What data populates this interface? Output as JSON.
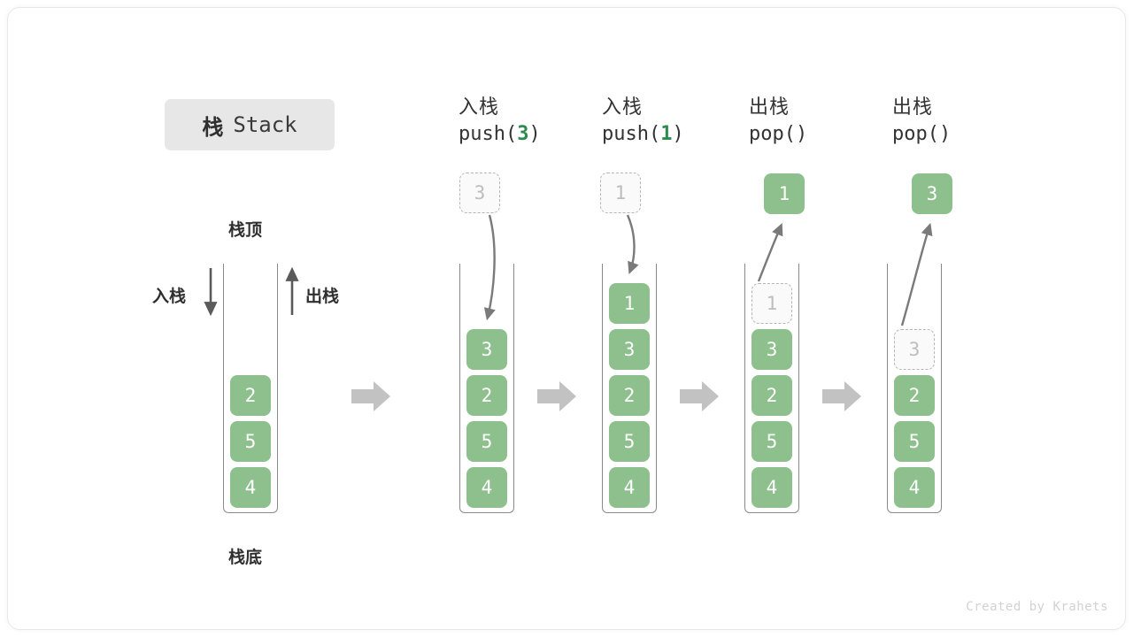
{
  "title": {
    "cn": "栈",
    "en": "Stack"
  },
  "legend": {
    "top_label": "栈顶",
    "bottom_label": "栈底",
    "push_label": "入栈",
    "pop_label": "出栈",
    "push_arrow_icon": "arrow-down-icon",
    "pop_arrow_icon": "arrow-up-icon"
  },
  "watermark": "Created by Krahets",
  "colors": {
    "cell_fill": "#8dc08d",
    "cell_text": "#ffffff",
    "ghost_fill": "#fafafa",
    "ghost_text": "#bdbdbd",
    "ghost_border": "#b5b5b5",
    "container_border": "#8a8a8a",
    "block_arrow": "#c2c2c2",
    "curve_arrow": "#7a7a7a",
    "accent_green": "#2e8b4f",
    "badge_bg": "#e7e7e7",
    "text_dark": "#2f2f2f",
    "watermark_text": "#d2d2d2"
  },
  "columns": [
    {
      "id": "initial",
      "head_cn": "",
      "head_code": "",
      "code_arg": "",
      "float_cell": null,
      "cells": [
        "2",
        "5",
        "4"
      ],
      "ghost_index": -1
    },
    {
      "id": "push-3",
      "head_cn": "入栈",
      "head_code": "push(",
      "code_arg": "3",
      "code_close": ")",
      "float_cell": {
        "value": "3",
        "style": "ghost"
      },
      "cells": [
        "3",
        "2",
        "5",
        "4"
      ],
      "ghost_index": -1
    },
    {
      "id": "push-1",
      "head_cn": "入栈",
      "head_code": "push(",
      "code_arg": "1",
      "code_close": ")",
      "float_cell": {
        "value": "1",
        "style": "ghost"
      },
      "cells": [
        "1",
        "3",
        "2",
        "5",
        "4"
      ],
      "ghost_index": -1
    },
    {
      "id": "pop-1",
      "head_cn": "出栈",
      "head_code": "pop(",
      "code_arg": "",
      "code_close": ")",
      "float_cell": {
        "value": "1",
        "style": "solid"
      },
      "cells": [
        "1",
        "3",
        "2",
        "5",
        "4"
      ],
      "ghost_index": 0
    },
    {
      "id": "pop-3",
      "head_cn": "出栈",
      "head_code": "pop(",
      "code_arg": "",
      "code_close": ")",
      "float_cell": {
        "value": "3",
        "style": "solid"
      },
      "cells": [
        "3",
        "2",
        "5",
        "4"
      ],
      "ghost_index": 0
    }
  ],
  "separators": [
    {
      "icon": "block-arrow-right-icon"
    },
    {
      "icon": "block-arrow-right-icon"
    },
    {
      "icon": "block-arrow-right-icon"
    },
    {
      "icon": "block-arrow-right-icon"
    }
  ]
}
